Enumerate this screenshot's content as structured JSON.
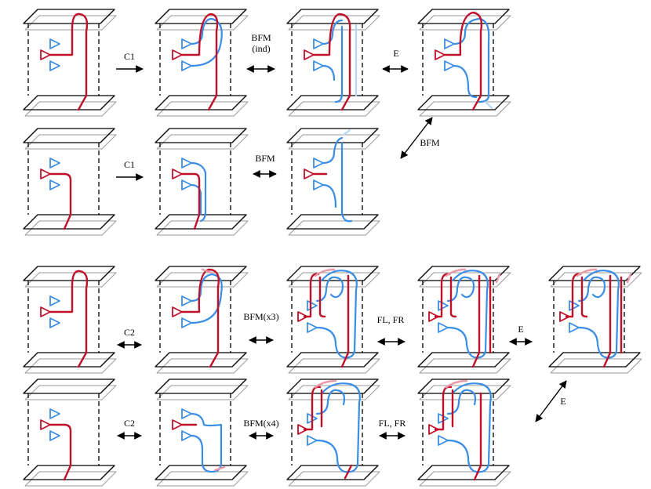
{
  "colors": {
    "frame": "#000000",
    "frame_back": "#9a9a9a",
    "red": "#c0102a",
    "red_faded": "#e99aa6",
    "blue": "#3a8ee6",
    "blue_faded": "#b5d5f5"
  },
  "icons": {
    "arrow_right": "arrow-right-icon",
    "arrow_double": "double-arrow-icon"
  },
  "moves": [
    {
      "id": "c1-top",
      "label": "C1"
    },
    {
      "id": "bfm-ind",
      "label": "BFM",
      "sub": "(ind)"
    },
    {
      "id": "e-top",
      "label": "E"
    },
    {
      "id": "bfm-diag",
      "label": "BFM"
    },
    {
      "id": "c1-row2",
      "label": "C1"
    },
    {
      "id": "bfm-row2",
      "label": "BFM"
    },
    {
      "id": "c2-row3",
      "label": "C2"
    },
    {
      "id": "bfmx3",
      "label": "BFM(x3)"
    },
    {
      "id": "fl-fr-row3",
      "label": "FL, FR"
    },
    {
      "id": "e-row3",
      "label": "E"
    },
    {
      "id": "e-diag",
      "label": "E"
    },
    {
      "id": "c2-row4",
      "label": "C2"
    },
    {
      "id": "bfmx4",
      "label": "BFM(x4)"
    },
    {
      "id": "fl-fr-row4",
      "label": "FL, FR"
    }
  ]
}
